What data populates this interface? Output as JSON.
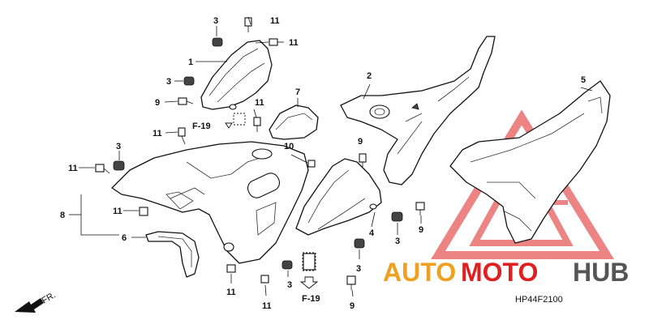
{
  "callouts": {
    "c1": "1",
    "c2": "2",
    "c3a": "3",
    "c3b": "3",
    "c3c": "3",
    "c3d": "3",
    "c3e": "3",
    "c3f": "3",
    "c4": "4",
    "c5": "5",
    "c6": "6",
    "c7": "7",
    "c8": "8",
    "c9a": "9",
    "c9b": "9",
    "c9c": "9",
    "c9d": "9",
    "c10": "10",
    "c11a": "11",
    "c11b": "11",
    "c11c": "11",
    "c11d": "11",
    "c11e": "11",
    "c11f": "11",
    "c11g": "11",
    "c11h": "11"
  },
  "references": {
    "ref_top": "F-19",
    "ref_bottom": "F-19"
  },
  "front_marker": "FR.",
  "diagram_code": "HP44F2100",
  "watermark": {
    "brand": "AUTOMOTOHUB",
    "part_auto": "AUTO",
    "part_moto": "MOTO",
    "part_hub": "HUB",
    "color_red": "#e02020",
    "color_orange": "#f0a020",
    "color_grey": "#555555"
  }
}
